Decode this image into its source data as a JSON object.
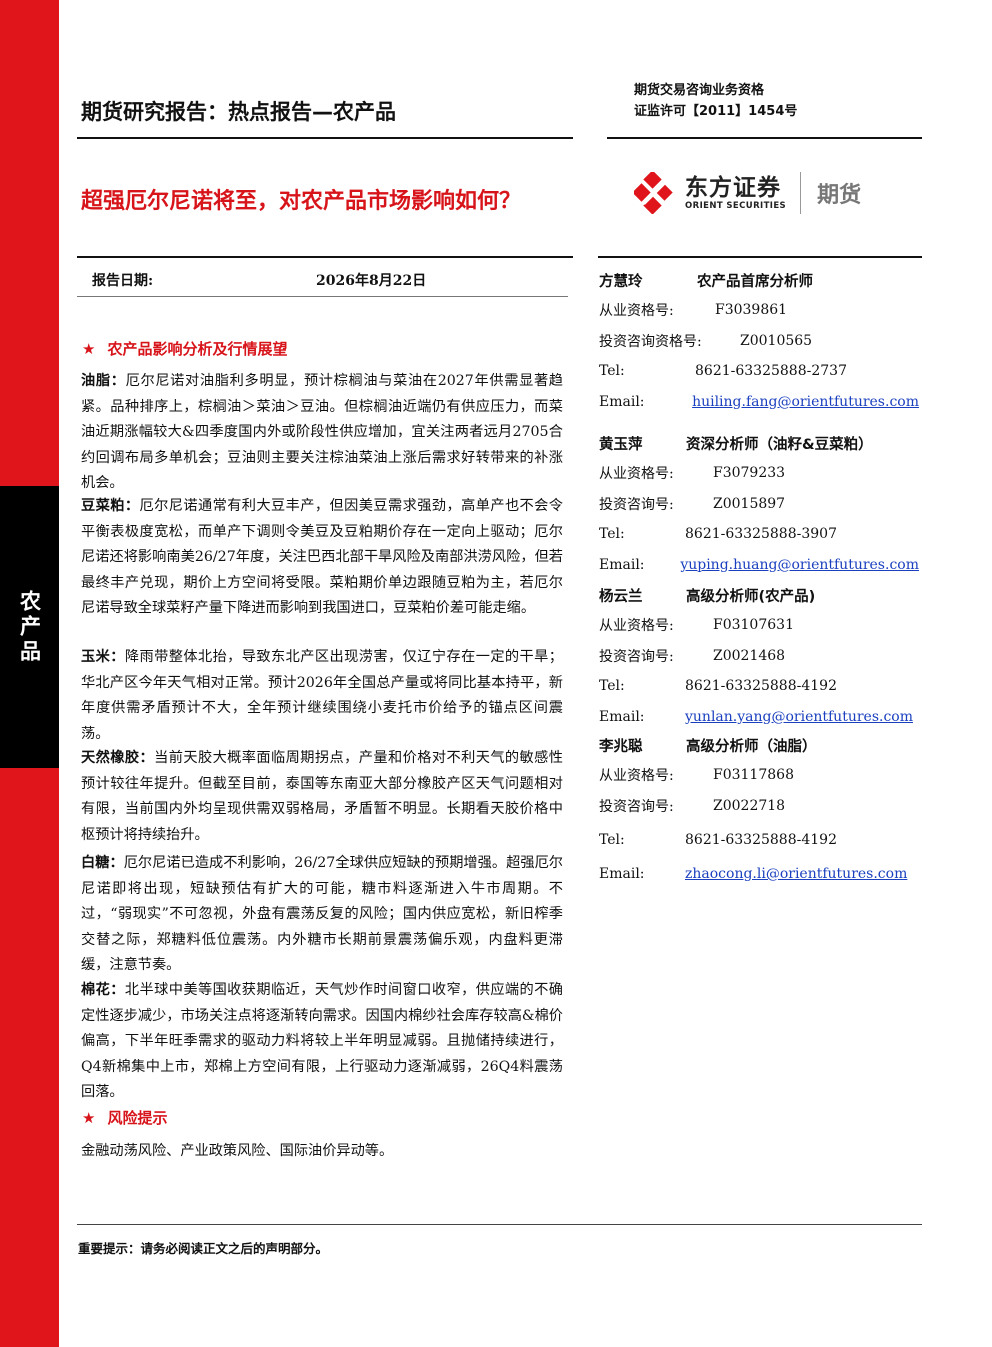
{
  "header": {
    "report_type": "期货研究报告：热点报告—农产品",
    "license_line1": "期货交易咨询业务资格",
    "license_line2": "证监许可【2011】1454号"
  },
  "sidebar": {
    "category": "农产品"
  },
  "headline": "超强厄尔尼诺将至，对农产品市场影响如何？",
  "logo": {
    "cn_name": "东方证券",
    "en_name": "ORIENT SECURITIES",
    "suffix": "期货"
  },
  "report_date": {
    "label": "报告日期:",
    "value": "2026年8月22日"
  },
  "sections": [
    {
      "heading": "农产品影响分析及行情展望",
      "paragraphs": [
        {
          "lead": "油脂：",
          "text": "厄尔尼诺对油脂利多明显，预计棕榈油与菜油在2027年供需显著趋紧。品种排序上，棕榈油＞菜油＞豆油。但棕榈油近端仍有供应压力，而菜油近期涨幅较大&四季度国内外或阶段性供应增加，宜关注两者远月2705合约回调布局多单机会；豆油则主要关注棕油菜油上涨后需求好转带来的补涨机会。"
        },
        {
          "lead": "豆菜粕：",
          "text": "厄尔尼诺通常有利大豆丰产，但因美豆需求强劲，高单产也不会令平衡表极度宽松，而单产下调则令美豆及豆粕期价存在一定向上驱动；厄尔尼诺还将影响南美26/27年度，关注巴西北部干旱风险及南部洪涝风险，但若最终丰产兑现，期价上方空间将受限。菜粕期价单边跟随豆粕为主，若厄尔尼诺导致全球菜籽产量下降进而影响到我国进口，豆菜粕价差可能走缩。"
        },
        {
          "lead": "玉米：",
          "text": "降雨带整体北抬，导致东北产区出现涝害，仅辽宁存在一定的干旱；华北产区今年天气相对正常。预计2026年全国总产量或将同比基本持平，新年度供需矛盾预计不大，全年预计继续围绕小麦托市价给予的锚点区间震荡。"
        },
        {
          "lead": "天然橡胶：",
          "text": "当前天胶大概率面临周期拐点，产量和价格对不利天气的敏感性预计较往年提升。但截至目前，泰国等东南亚大部分橡胶产区天气问题相对有限，当前国内外均呈现供需双弱格局，矛盾暂不明显。长期看天胶价格中枢预计将持续抬升。"
        },
        {
          "lead": "白糖：",
          "text": "厄尔尼诺已造成不利影响，26/27全球供应短缺的预期增强。超强厄尔尼诺即将出现，短缺预估有扩大的可能，糖市料逐渐进入牛市周期。不过，“弱现实”不可忽视，外盘有震荡反复的风险；国内供应宽松，新旧榨季交替之际，郑糖料低位震荡。内外糖市长期前景震荡偏乐观，内盘料更滞缓，注意节奏。"
        },
        {
          "lead": "棉花：",
          "text": "北半球中美等国收获期临近，天气炒作时间窗口收窄，供应端的不确定性逐步减少，市场关注点将逐渐转向需求。因国内棉纱社会库存较高&棉价偏高，下半年旺季需求的驱动力料将较上半年明显减弱。且抛储持续进行，Q4新棉集中上市，郑棉上方空间有限，上行驱动力逐渐减弱，26Q4料震荡回落。"
        }
      ]
    },
    {
      "heading": "风险提示",
      "text": "金融动荡风险、产业政策风险、国际油价异动等。"
    }
  ],
  "analysts": [
    {
      "name": "方慧玲",
      "title": "农产品首席分析师",
      "cert_label": "从业资格号:",
      "cert": "F3039861",
      "invest_label": "投资咨询资格号:",
      "invest": "Z0010565",
      "tel_label": "Tel:",
      "tel": "8621-63325888-2737",
      "email_label": "Email:",
      "email": "huiling.fang@orientfutures.com"
    },
    {
      "name": "黄玉萍",
      "title": "资深分析师（油籽&豆菜粕）",
      "cert_label": "从业资格号:",
      "cert": "F3079233",
      "invest_label": "投资咨询号:",
      "invest": "Z0015897",
      "tel_label": "Tel:",
      "tel": "8621-63325888-3907",
      "email_label": "Email:",
      "email": "yuping.huang@orientfutures.com"
    },
    {
      "name": "杨云兰",
      "title": "高级分析师(农产品)",
      "cert_label": "从业资格号:",
      "cert": "F03107631",
      "invest_label": "投资咨询号:",
      "invest": "Z0021468",
      "tel_label": "Tel:",
      "tel": "8621-63325888-4192",
      "email_label": "Email:",
      "email": "yunlan.yang@orientfutures.com"
    },
    {
      "name": "李兆聪",
      "title": "高级分析师（油脂）",
      "cert_label": "从业资格号:",
      "cert": "F03117868",
      "invest_label": "投资咨询号:",
      "invest": "Z0022718",
      "tel_label": "Tel:",
      "tel": "8621-63325888-4192",
      "email_label": "Email:",
      "email": "zhaocong.li@orientfutures.com"
    }
  ],
  "footer": {
    "note": "重要提示：请务必阅读正文之后的声明部分。"
  },
  "colors": {
    "brand_red": "#e0141b",
    "headline_red": "#d8141b",
    "side_tab": "#000000"
  }
}
